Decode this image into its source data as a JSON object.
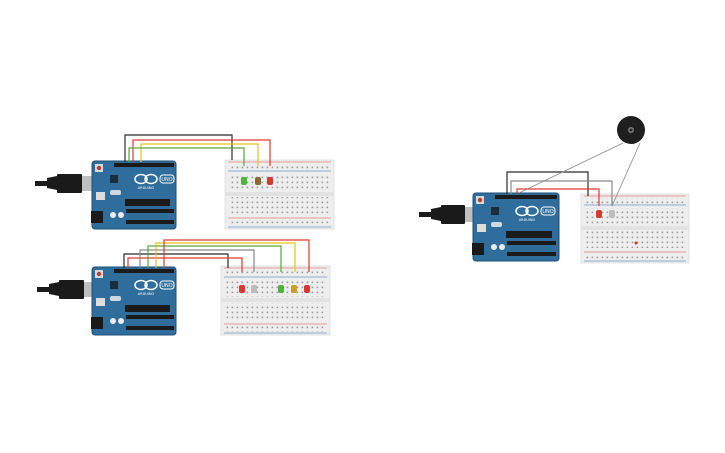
{
  "boards": [
    {
      "id": "board1",
      "logo": "UNO",
      "brand": "ARDUINO"
    },
    {
      "id": "board2",
      "logo": "UNO",
      "brand": "ARDUINO"
    },
    {
      "id": "board3",
      "logo": "UNO",
      "brand": "ARDUINO"
    }
  ],
  "colors": {
    "board": "#2f6d9c",
    "board_dark": "#1f4f77",
    "breadboard": "#eeeeee",
    "rail_red": "#e04a3f",
    "rail_blue": "#3a64b8",
    "wire_black": "#2b2b2b",
    "wire_red": "#e03a2c",
    "wire_yellow": "#e6c21a",
    "wire_green": "#5aa63a",
    "wire_gray": "#8a8a8a",
    "led_red": "#d23b2e",
    "led_yellow": "#c9a21f",
    "led_green": "#4fb43a",
    "led_orange": "#8a6a2a",
    "buzzer": "#1f1f1f"
  },
  "icons": [
    "usb-cable-icon",
    "power-jack-icon",
    "led-icon",
    "buzzer-icon"
  ]
}
